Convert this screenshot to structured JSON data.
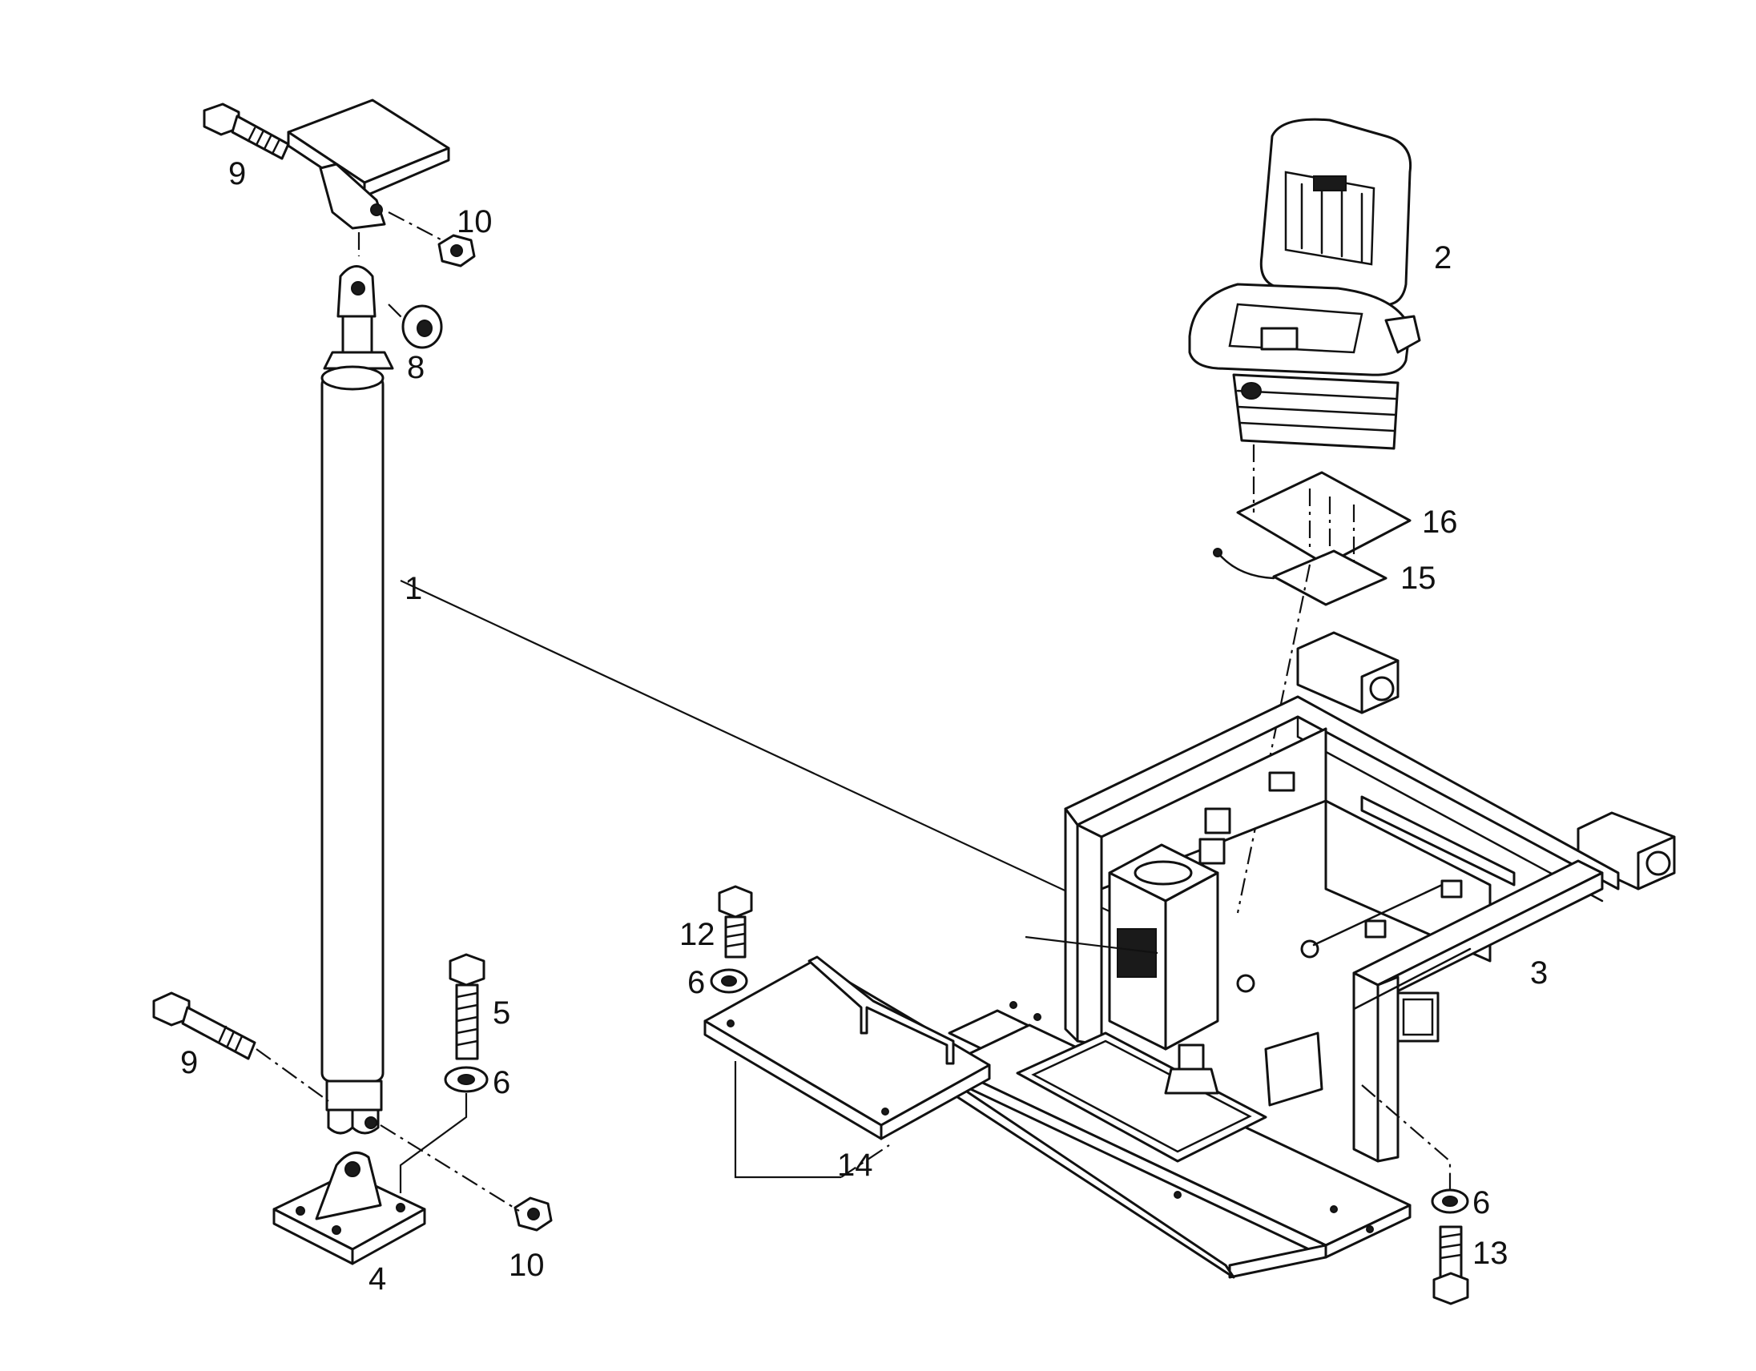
{
  "callouts": {
    "c1": "1",
    "c2": "2",
    "c3": "3",
    "c4": "4",
    "c5": "5",
    "c6a": "6",
    "c6b": "6",
    "c6c": "6",
    "c8": "8",
    "c9a": "9",
    "c9b": "9",
    "c10a": "10",
    "c10b": "10",
    "c12": "12",
    "c13": "13",
    "c14": "14",
    "c15": "15",
    "c16": "16"
  },
  "colors": {
    "line": "#111111",
    "background": "#ffffff"
  }
}
